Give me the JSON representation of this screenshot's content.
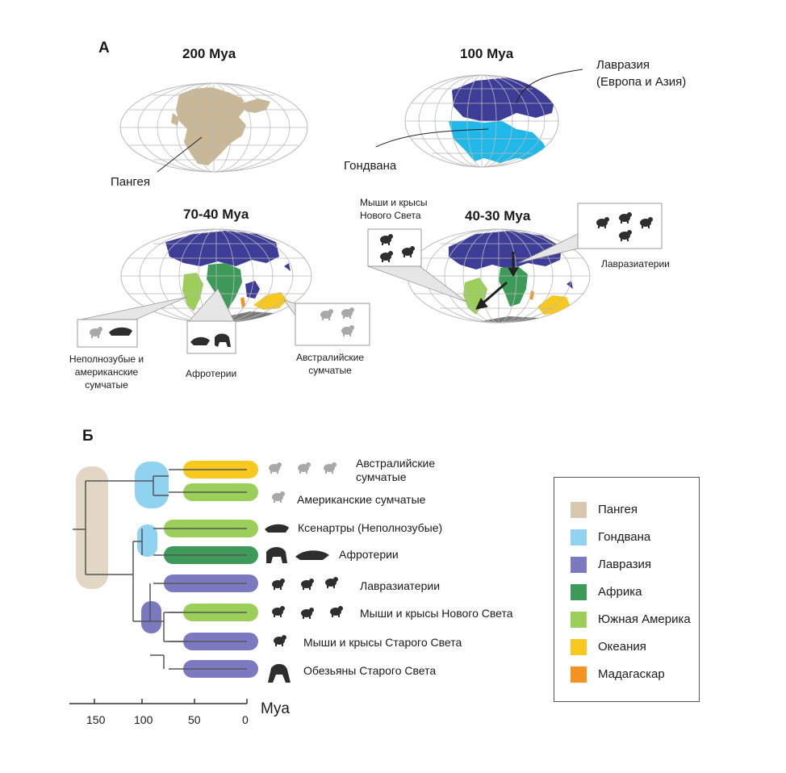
{
  "panel_a": {
    "label": "А",
    "maps": [
      {
        "era": "200 Mya",
        "callouts": [
          "Пангея"
        ]
      },
      {
        "era": "100 Mya",
        "callouts": [
          "Лавразия",
          "(Европа и Азия)",
          "Гондвана"
        ]
      },
      {
        "era": "70-40 Mya",
        "callouts": [
          "Неполнозубые и",
          "американские",
          "сумчатые",
          "Афротерии",
          "Австралийские",
          "сумчатые"
        ]
      },
      {
        "era": "40-30 Mya",
        "callouts": [
          "Мыши и крысы",
          "Нового Света",
          "Лавразиатерии"
        ]
      }
    ]
  },
  "panel_b": {
    "label": "Б",
    "species": [
      {
        "lines": [
          "Австралийские",
          "сумчатые"
        ],
        "region": "Океания"
      },
      {
        "lines": [
          "Американские сумчатые"
        ],
        "region": "Южная Америка"
      },
      {
        "lines": [
          "Ксенартры (Неполнозубые)"
        ],
        "region": "Южная Америка"
      },
      {
        "lines": [
          "Афротерии"
        ],
        "region": "Африка"
      },
      {
        "lines": [
          "Лавразиатерии"
        ],
        "region": "Лавразия"
      },
      {
        "lines": [
          "Мыши и крысы Нового Света"
        ],
        "region": "Южная Америка"
      },
      {
        "lines": [
          "Мыши и крысы Старого Света"
        ],
        "region": "Лавразия"
      },
      {
        "lines": [
          "Обезьяны Старого Света"
        ],
        "region": "Лавразия"
      }
    ],
    "axis": {
      "ticks": [
        "150",
        "100",
        "50",
        "0"
      ],
      "unit": "Mya"
    }
  },
  "legend": [
    {
      "label": "Пангея",
      "color": "#d8c8b2"
    },
    {
      "label": "Гондвана",
      "color": "#8fd3f0"
    },
    {
      "label": "Лавразия",
      "color": "#7c79c0"
    },
    {
      "label": "Африка",
      "color": "#3e9a58"
    },
    {
      "label": "Южная Америка",
      "color": "#9ccf5a"
    },
    {
      "label": "Океания",
      "color": "#f7c81e"
    },
    {
      "label": "Мадагаскар",
      "color": "#f59222"
    }
  ],
  "colors": {
    "pangea_land": "#c8b896",
    "laurasia_land": "#3d3c96",
    "gondwana_land": "#1fb8e8",
    "africa_land": "#3e9a58",
    "south_america_land": "#9ccf5a",
    "oceania_land": "#f7c81e",
    "madagascar_land": "#f59222",
    "antarctica_land": "#7a7a7a",
    "globe_grid": "#b9b9b9",
    "tree_line": "#555555",
    "silhouette_grey": "#a8a8a8",
    "silhouette_dark": "#2e2e2e"
  }
}
